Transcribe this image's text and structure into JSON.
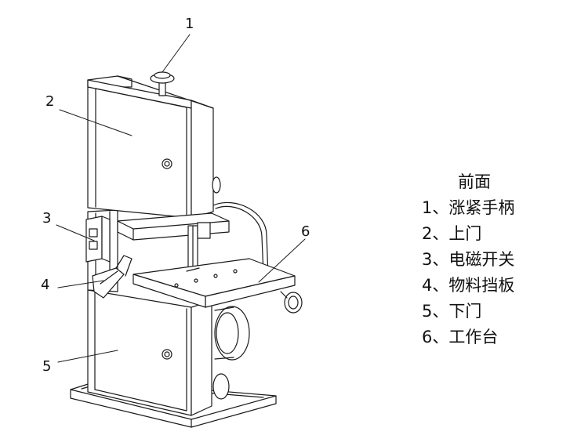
{
  "callouts": [
    "1",
    "2",
    "3",
    "4",
    "5",
    "6"
  ],
  "legend": {
    "title": "前面",
    "items": [
      {
        "num": "1",
        "text": "、涨紧手柄"
      },
      {
        "num": "2",
        "text": "、上门"
      },
      {
        "num": "3",
        "text": "、电磁开关"
      },
      {
        "num": "4",
        "text": "、物料挡板"
      },
      {
        "num": "5",
        "text": "、下门"
      },
      {
        "num": "6",
        "text": "、工作台"
      }
    ]
  },
  "colors": {
    "line": "#1a1a1a",
    "background": "#ffffff"
  }
}
